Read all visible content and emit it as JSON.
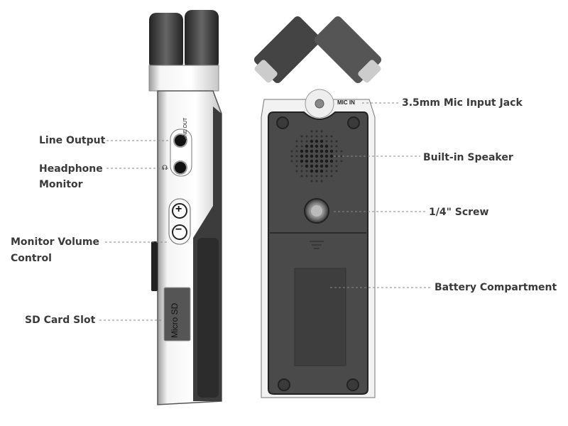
{
  "left_labels": {
    "line_output": "Line Output",
    "headphone_1": "Headphone",
    "headphone_2": "Monitor",
    "volume_1": "Monitor Volume",
    "volume_2": "Control",
    "sd_slot": "SD Card Slot"
  },
  "right_labels": {
    "mic_jack": "3.5mm Mic Input Jack",
    "speaker": "Built-in Speaker",
    "screw": "1/4\" Screw",
    "battery": "Battery Compartment"
  },
  "device_text": {
    "line_out": "LINE OUT",
    "mic_in": "MIC IN",
    "micro_sd": "Micro SD",
    "plus": "+",
    "minus": "−"
  }
}
